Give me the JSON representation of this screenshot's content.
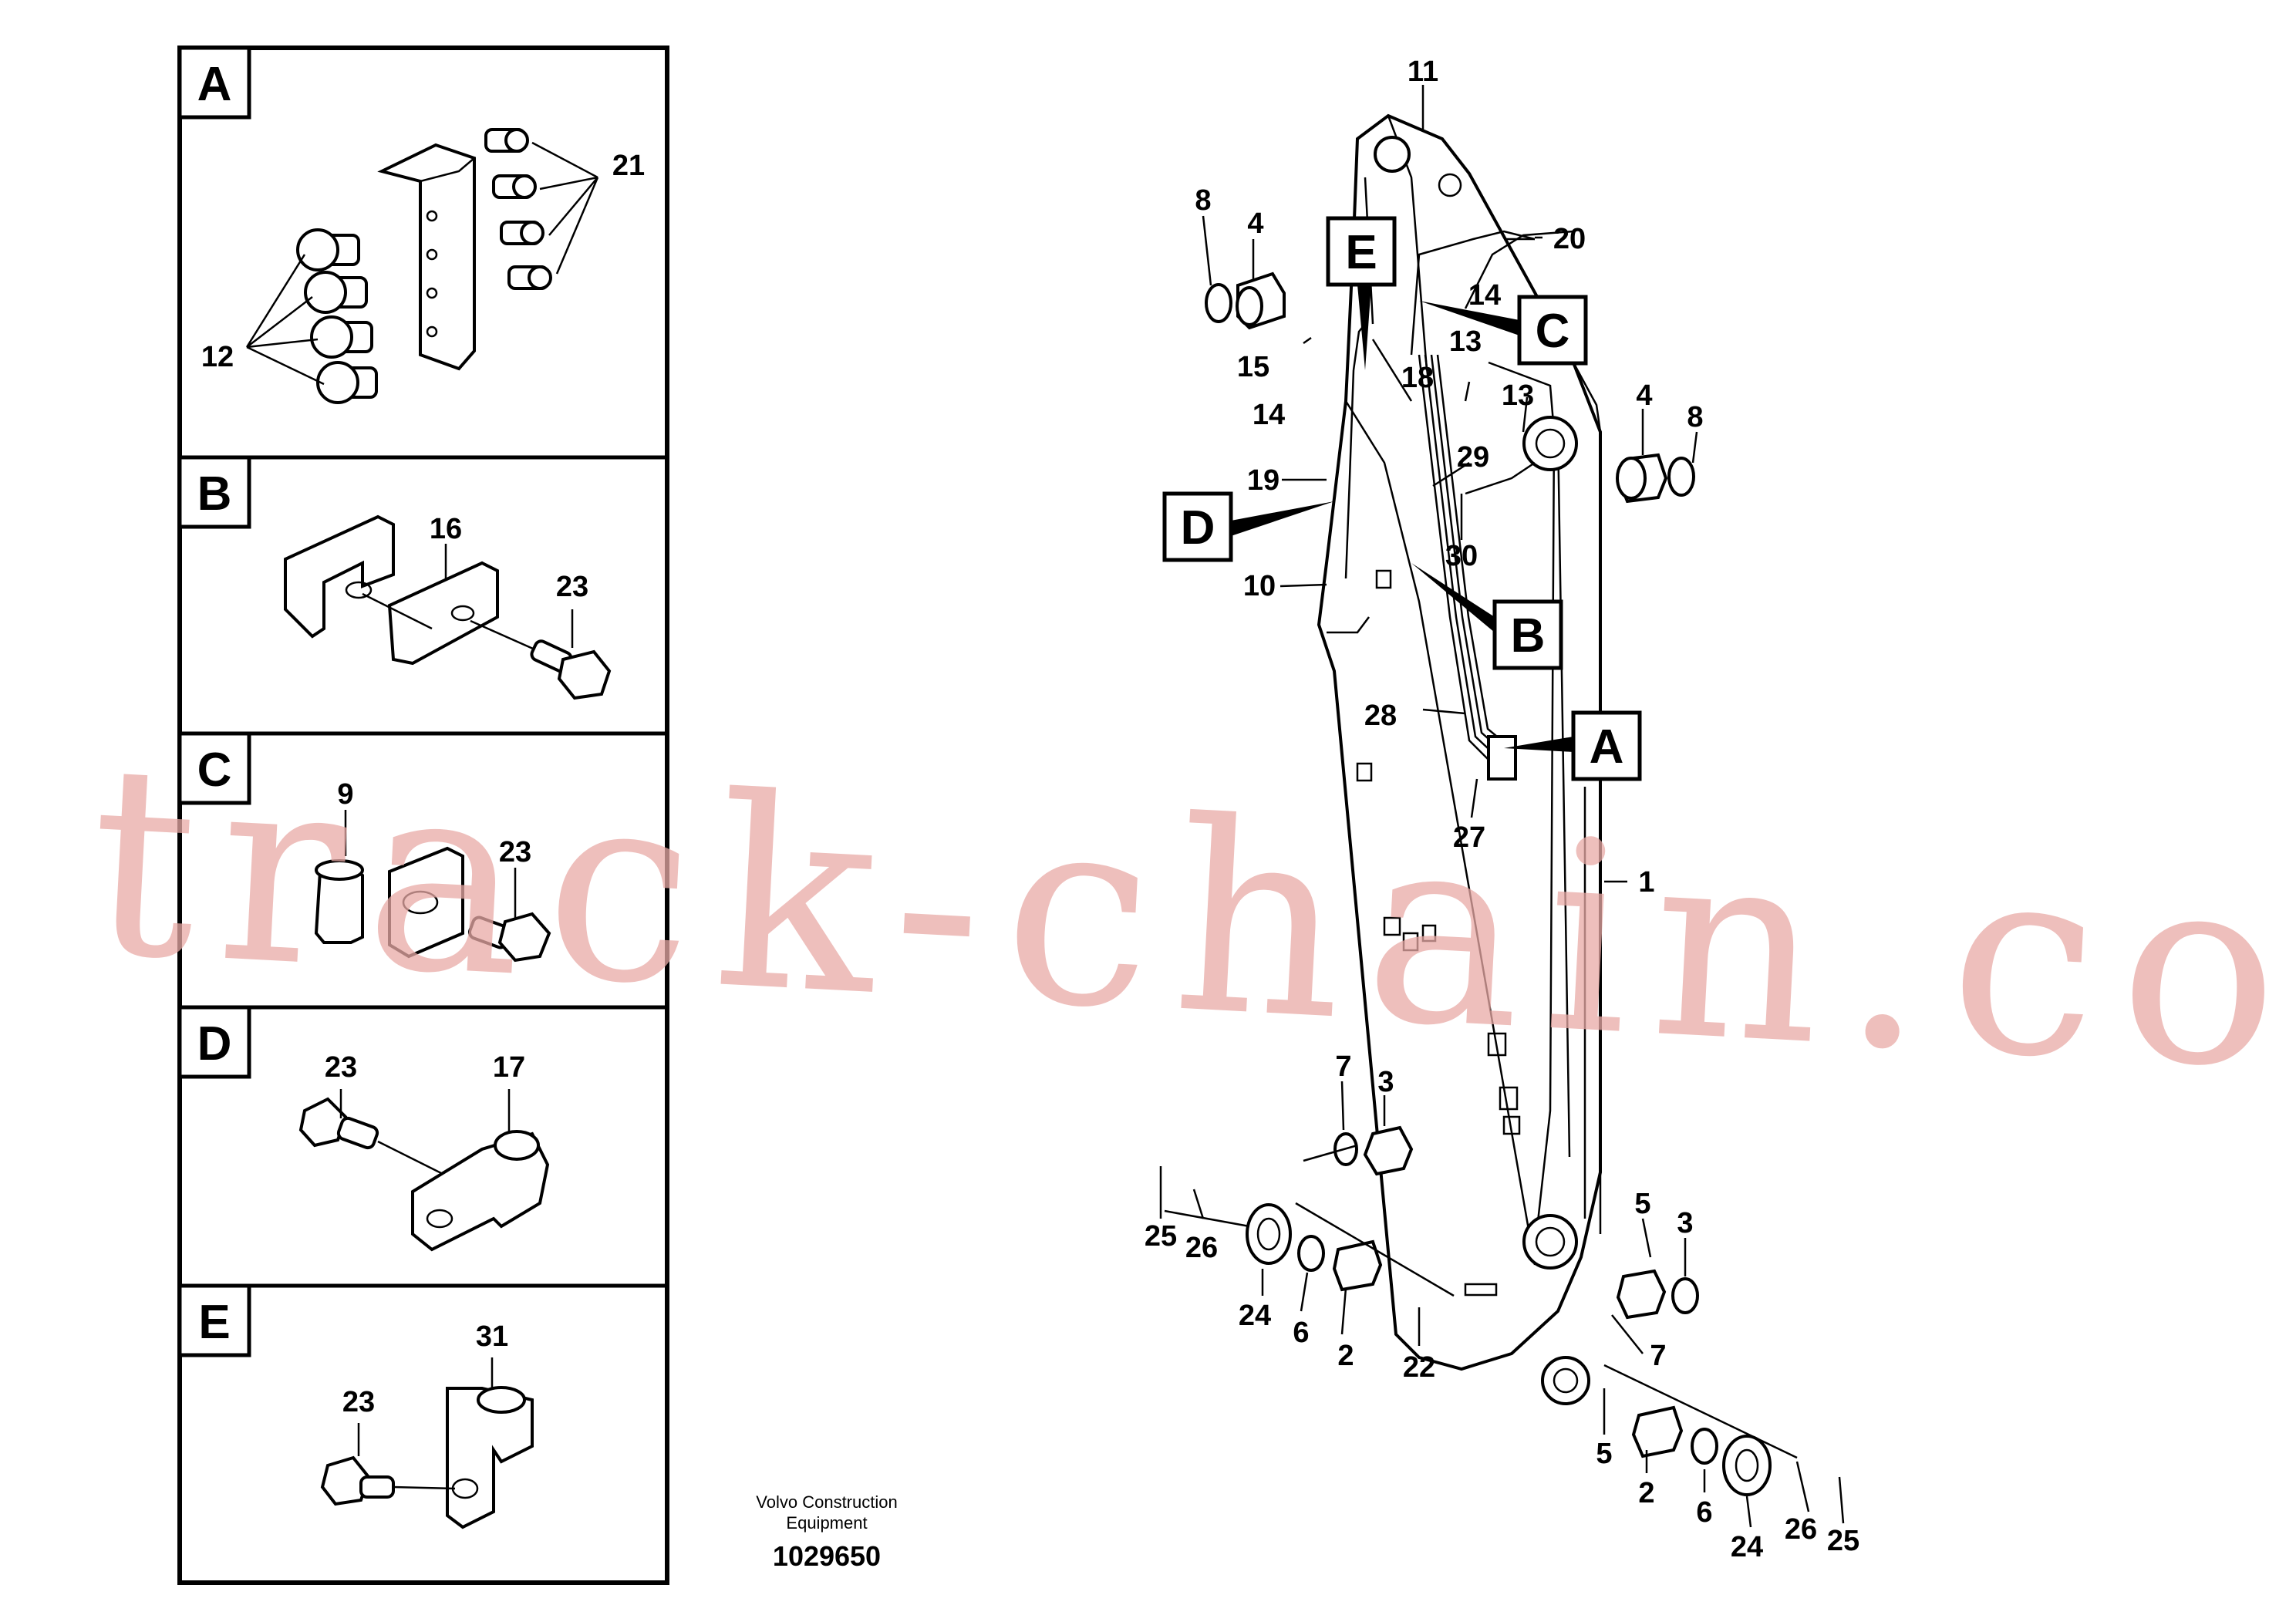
{
  "detail_panels": [
    {
      "letter": "A",
      "callouts": [
        "21",
        "12"
      ]
    },
    {
      "letter": "B",
      "callouts": [
        "16",
        "23"
      ]
    },
    {
      "letter": "C",
      "callouts": [
        "9",
        "23"
      ]
    },
    {
      "letter": "D",
      "callouts": [
        "23",
        "17"
      ]
    },
    {
      "letter": "E",
      "callouts": [
        "31",
        "23"
      ]
    }
  ],
  "main_view": {
    "box_labels": [
      "E",
      "C",
      "D",
      "B",
      "A"
    ],
    "callouts": [
      "11",
      "20",
      "8",
      "4",
      "14",
      "13",
      "15",
      "18",
      "14",
      "13",
      "4",
      "8",
      "29",
      "19",
      "30",
      "10",
      "28",
      "27",
      "1",
      "7",
      "3",
      "25",
      "26",
      "24",
      "6",
      "2",
      "5",
      "3",
      "7",
      "22",
      "5",
      "2",
      "6",
      "24",
      "26",
      "25"
    ]
  },
  "footer": {
    "company_line1": "Volvo Construction",
    "company_line2": "Equipment",
    "drawing_number": "1029650"
  },
  "watermark": "track-chain.com"
}
